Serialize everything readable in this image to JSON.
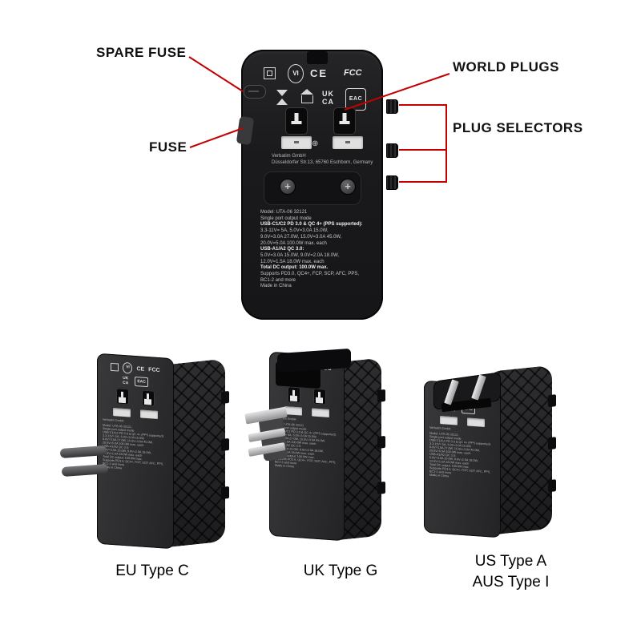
{
  "callouts": {
    "spare_fuse": "SPARE FUSE",
    "fuse": "FUSE",
    "world_plugs": "WORLD PLUGS",
    "plug_selectors": "PLUG SELECTORS"
  },
  "colors": {
    "callout_line": "#c40000",
    "label_text": "#111111"
  },
  "device_back": {
    "marks": {
      "vi": "VI",
      "ce": "CE",
      "fcc": "FCC",
      "ukca": "UK\nCA",
      "eac": "EAC",
      "plus": "⊕"
    },
    "brand_line1": "Verbatim GmbH",
    "brand_line2": "Düsseldorfer Str.13, 65760 Eschborn, Germany",
    "spec_lines": [
      "Model: UTA-06 32121",
      "Single port output mode",
      "USB-C1/C2 PD 3.0 & QC 4+ (PPS supported):",
      "3.3-11V= 5A, 5.0V=3.0A 15.0W,",
      "9.0V=3.0A 27.0W, 15.0V=3.0A 45.0W,",
      "20.0V=5.0A 100.0W max. each",
      "USB-A1/A2 QC 3.0:",
      "5.0V=3.0A 15.0W, 9.0V=2.0A 18.0W,",
      "12.0V=1.5A 18.0W max. each",
      "Total DC output: 100.0W max.",
      "Supports PD3.0, QC4+, FCP, SCP, AFC, PPS,",
      "BC1-2 and more",
      "Made in China"
    ]
  },
  "variants": [
    {
      "caption": "EU Type C"
    },
    {
      "caption": "UK Type G"
    },
    {
      "caption": "US Type A\nAUS Type I"
    }
  ]
}
